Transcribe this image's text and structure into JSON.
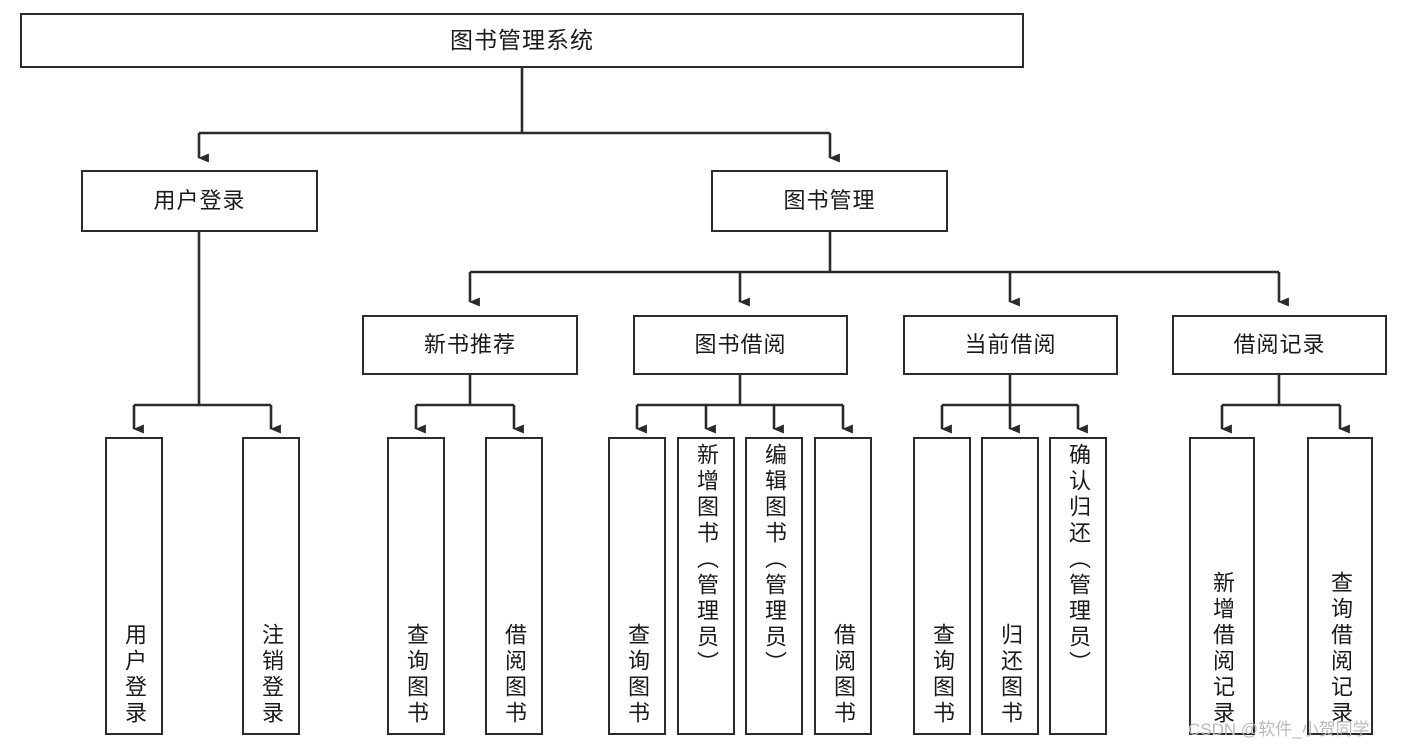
{
  "diagram": {
    "title": "图书管理系统",
    "type": "tree-hierarchy",
    "orientation": "top-down",
    "colors": {
      "box_border": "#2b2b2b",
      "box_fill": "#ffffff",
      "edge": "#2b2b2b",
      "text": "#1a1a1a",
      "watermark": "#b9b9b9",
      "background": "#ffffff"
    }
  },
  "watermark": {
    "text": "CSDN @软件_小贺同学"
  },
  "nodes": {
    "root": {
      "label": "图书管理系统"
    },
    "level2": [
      {
        "id": "user-login",
        "label": "用户登录"
      },
      {
        "id": "book-management",
        "label": "图书管理"
      }
    ],
    "level3": [
      {
        "id": "new-book-recommend",
        "label": "新书推荐"
      },
      {
        "id": "book-borrow",
        "label": "图书借阅"
      },
      {
        "id": "current-borrow",
        "label": "当前借阅"
      },
      {
        "id": "borrow-record",
        "label": "借阅记录"
      }
    ],
    "leaves": {
      "user_login": [
        {
          "id": "leaf-user-login",
          "label": "用户登录"
        },
        {
          "id": "leaf-logout",
          "label": "注销登录"
        }
      ],
      "new_book_recommend": [
        {
          "id": "leaf-query-book-1",
          "label": "查询图书"
        },
        {
          "id": "leaf-borrow-book-1",
          "label": "借阅图书"
        }
      ],
      "book_borrow": [
        {
          "id": "leaf-query-book-2",
          "label": "查询图书"
        },
        {
          "id": "leaf-add-book",
          "label": "新增图书（管理员）"
        },
        {
          "id": "leaf-edit-book",
          "label": "编辑图书（管理员）"
        },
        {
          "id": "leaf-borrow-book-2",
          "label": "借阅图书"
        }
      ],
      "current_borrow": [
        {
          "id": "leaf-query-book-3",
          "label": "查询图书"
        },
        {
          "id": "leaf-return-book",
          "label": "归还图书"
        },
        {
          "id": "leaf-confirm-return",
          "label": "确认归还（管理员）"
        }
      ],
      "borrow_record": [
        {
          "id": "leaf-add-record",
          "label": "新增借阅记录"
        },
        {
          "id": "leaf-query-record",
          "label": "查询借阅记录"
        }
      ]
    }
  }
}
